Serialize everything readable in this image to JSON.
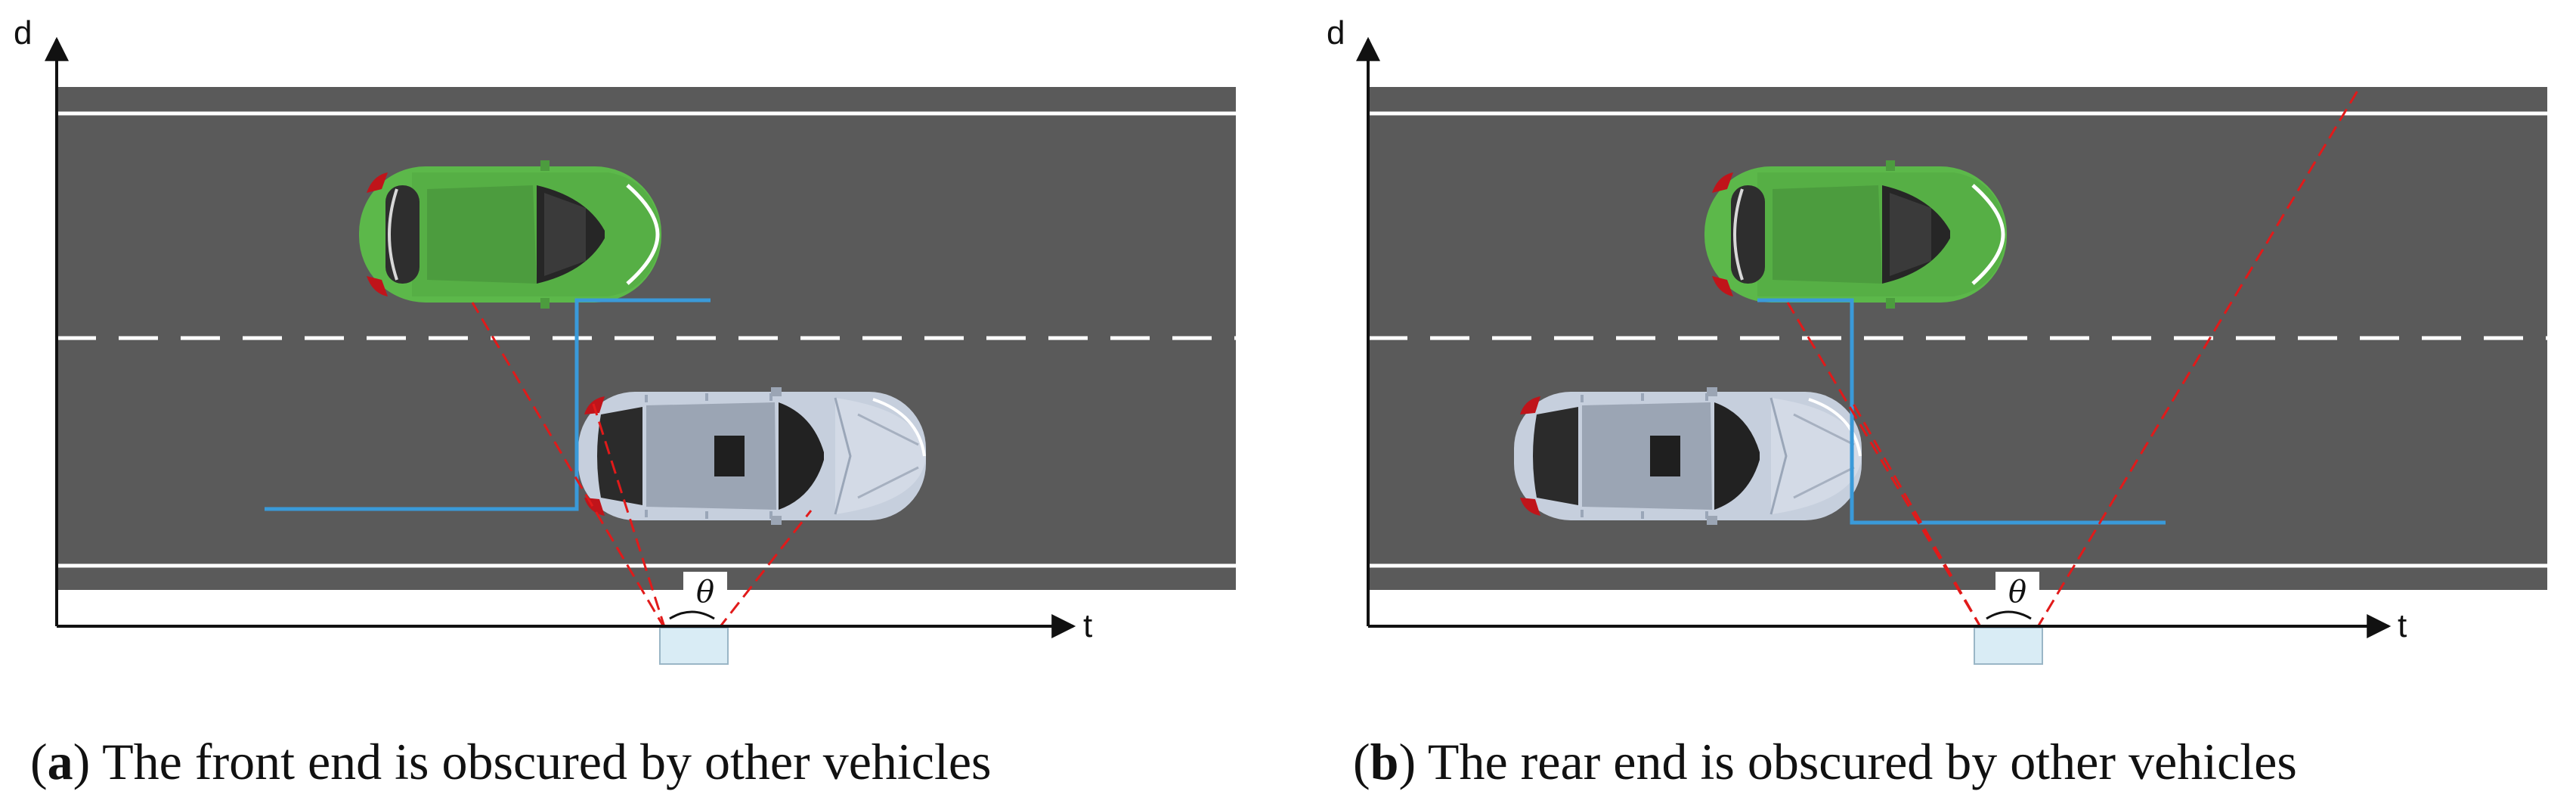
{
  "panels": [
    {
      "id": "a",
      "y_axis_label": "d",
      "x_axis_label": "t",
      "angle_label": "θ",
      "caption_letter": "a",
      "caption_text": "The front end is obscured by other vehicles"
    },
    {
      "id": "b",
      "y_axis_label": "d",
      "x_axis_label": "t",
      "angle_label": "θ",
      "caption_letter": "b",
      "caption_text": "The rear end is obscured by other vehicles"
    }
  ],
  "colors": {
    "road": "#5a5a5a",
    "lane_line": "#ffffff",
    "trajectory": "#3a9ad9",
    "laser_ray": "#e11a1a",
    "green_car": "#5cb84a",
    "silver_car": "#c6cfdd",
    "sensor_box": "#d9ecf5"
  }
}
